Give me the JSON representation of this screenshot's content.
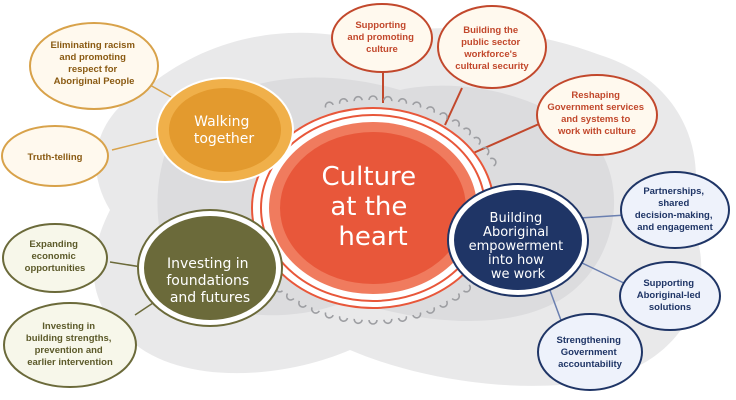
{
  "center": {
    "lines": [
      "Culture",
      "at the",
      "heart"
    ]
  },
  "hubs": {
    "walking": {
      "lines": [
        "Walking",
        "together"
      ]
    },
    "investing": {
      "lines": [
        "Investing in",
        "foundations",
        "and futures"
      ]
    },
    "building": {
      "lines": [
        "Building",
        "Aboriginal",
        "empowerment",
        "into how",
        "we work"
      ]
    }
  },
  "nodes": {
    "supporting_culture": {
      "lines": [
        "Supporting",
        "and promoting",
        "culture"
      ]
    },
    "workforce": {
      "lines": [
        "Building the",
        "public sector",
        "workforce's",
        "cultural security"
      ]
    },
    "reshaping": {
      "lines": [
        "Reshaping",
        "Government services",
        "and systems to",
        "work with culture"
      ]
    },
    "racism": {
      "lines": [
        "Eliminating racism",
        "and promoting",
        "respect for",
        "Aboriginal People"
      ]
    },
    "truth": {
      "lines": [
        "Truth-telling"
      ]
    },
    "economic": {
      "lines": [
        "Expanding",
        "economic",
        "opportunities"
      ]
    },
    "strengths": {
      "lines": [
        "Investing in",
        "building strengths,",
        "prevention and",
        "earlier intervention"
      ]
    },
    "partnerships": {
      "lines": [
        "Partnerships,",
        "shared",
        "decision-making,",
        "and engagement"
      ]
    },
    "aboriginal_led": {
      "lines": [
        "Supporting",
        "Aboriginal-led",
        "solutions"
      ]
    },
    "accountability": {
      "lines": [
        "Strengthening",
        "Government",
        "accountability"
      ]
    }
  },
  "colors": {
    "center": "#e8573a",
    "walking": "#e39a2e",
    "investing": "#6b6a3a",
    "building": "#1f3566",
    "text_center_group": "#c2482c",
    "text_walking_group": "#8a5a12",
    "text_investing_group": "#5c5a2a",
    "text_building_group": "#1f3566",
    "backdrop": "#e9e9ea"
  }
}
